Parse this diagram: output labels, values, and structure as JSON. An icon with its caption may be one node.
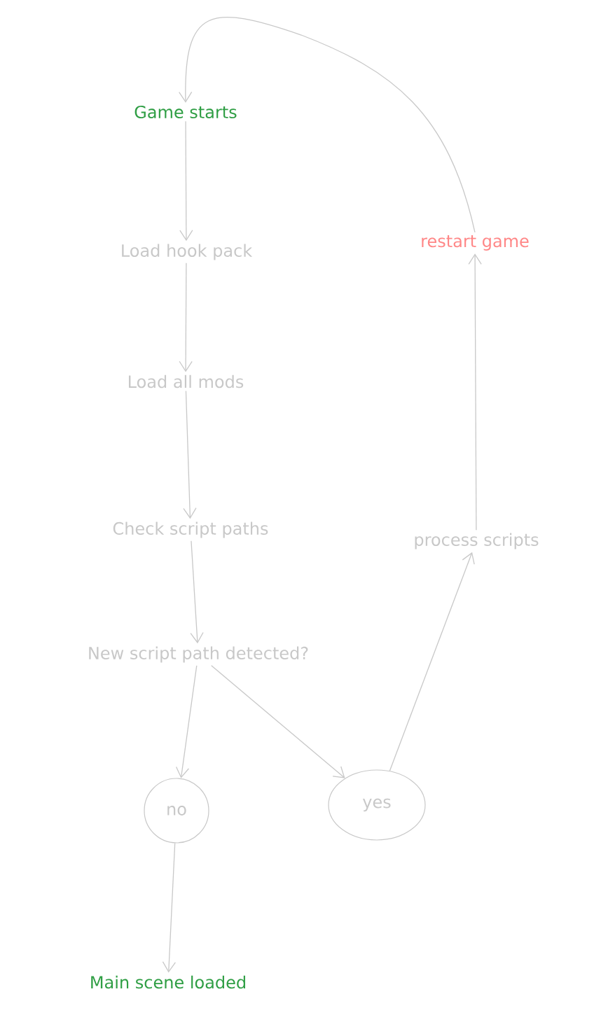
{
  "diagram": {
    "nodes": [
      {
        "text": [
          "Game starts"
        ]
      },
      {
        "text": [
          "Load hook pack"
        ]
      },
      {
        "text": [
          "Load all mods"
        ]
      },
      {
        "text": [
          "Check script paths"
        ]
      },
      {
        "text": [
          "New script path detected?"
        ]
      },
      {
        "text": [
          "no"
        ]
      },
      {
        "text": [
          "yes"
        ]
      },
      {
        "text": [
          "Main scene loaded"
        ]
      },
      {
        "text": [
          "process scripts"
        ]
      },
      {
        "text": [
          "restart game"
        ]
      }
    ],
    "edges": [
      {
        "from": 0,
        "to": 1,
        "arrow": "to"
      },
      {
        "from": 1,
        "to": 2,
        "arrow": "to"
      },
      {
        "from": 2,
        "to": 3,
        "arrow": "to"
      },
      {
        "from": 3,
        "to": 4,
        "arrow": "to"
      },
      {
        "from": 4,
        "to": 5,
        "arrow": "to"
      },
      {
        "from": 4,
        "to": 6,
        "arrow": "to"
      },
      {
        "from": 5,
        "to": 7,
        "arrow": "to"
      },
      {
        "from": 6,
        "to": 8,
        "arrow": "to"
      },
      {
        "from": 8,
        "to": 9,
        "arrow": "to"
      },
      {
        "from": 9,
        "to": 0,
        "arrow": "to"
      }
    ]
  }
}
